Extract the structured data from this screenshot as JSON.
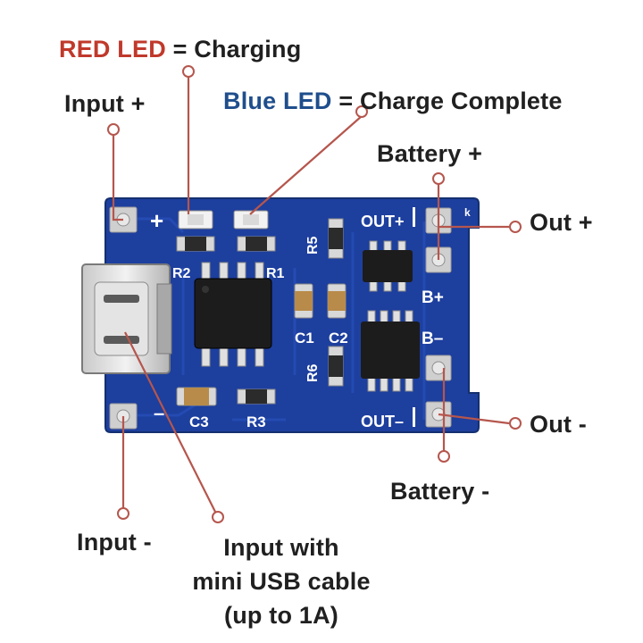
{
  "labels": {
    "red_led": "RED LED",
    "charging": "= Charging",
    "blue_led": "Blue LED",
    "charge_complete": "= Charge Complete",
    "input_plus": "Input +",
    "battery_plus": "Battery +",
    "out_plus": "Out +",
    "out_minus": "Out -",
    "battery_minus": "Battery -",
    "input_minus": "Input -",
    "usb_line1": "Input with",
    "usb_line2": "mini USB cable",
    "usb_line3": "(up to 1A)"
  },
  "silkscreen": {
    "plus": "+",
    "minus": "–",
    "r2": "R2",
    "r1": "R1",
    "r5": "R5",
    "r6": "R6",
    "c1": "C1",
    "c2": "C2",
    "c3": "C3",
    "r3": "R3",
    "out_plus": "OUT+",
    "b_plus": "B+",
    "b_minus": "B–",
    "out_minus": "OUT–",
    "corner": "k"
  },
  "colors": {
    "board": "#1d3f9e",
    "leader": "#b5564d",
    "red_led_text": "#c0392b",
    "blue_led_text": "#1f4e8c"
  }
}
